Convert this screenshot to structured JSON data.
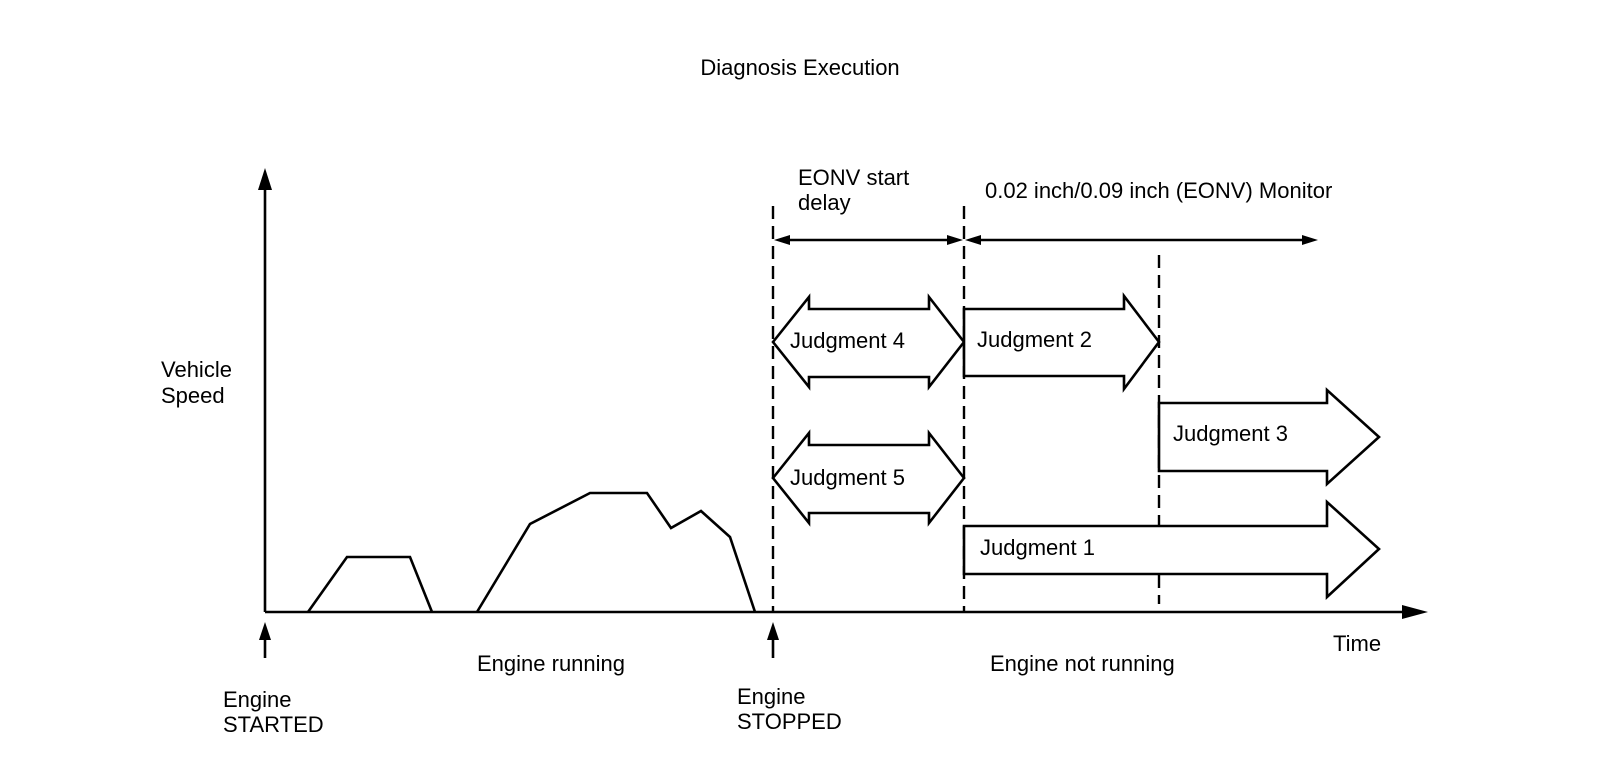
{
  "title": "Diagnosis Execution",
  "y_axis_label": [
    "Vehicle",
    "Speed"
  ],
  "x_axis_label": "Time",
  "events": {
    "engine_started": [
      "Engine",
      "STARTED"
    ],
    "engine_stopped": [
      "Engine",
      "STOPPED"
    ]
  },
  "phases": {
    "engine_running": "Engine running",
    "engine_not_running": "Engine not running"
  },
  "intervals": {
    "eonv_start_delay": [
      "EONV start",
      "delay"
    ],
    "monitor": "0.02 inch/0.09 inch (EONV) Monitor"
  },
  "judgments": {
    "j1": "Judgment 1",
    "j2": "Judgment 2",
    "j3": "Judgment 3",
    "j4": "Judgment 4",
    "j5": "Judgment 5"
  },
  "colors": {
    "ink": "#000000",
    "background": "#ffffff"
  }
}
